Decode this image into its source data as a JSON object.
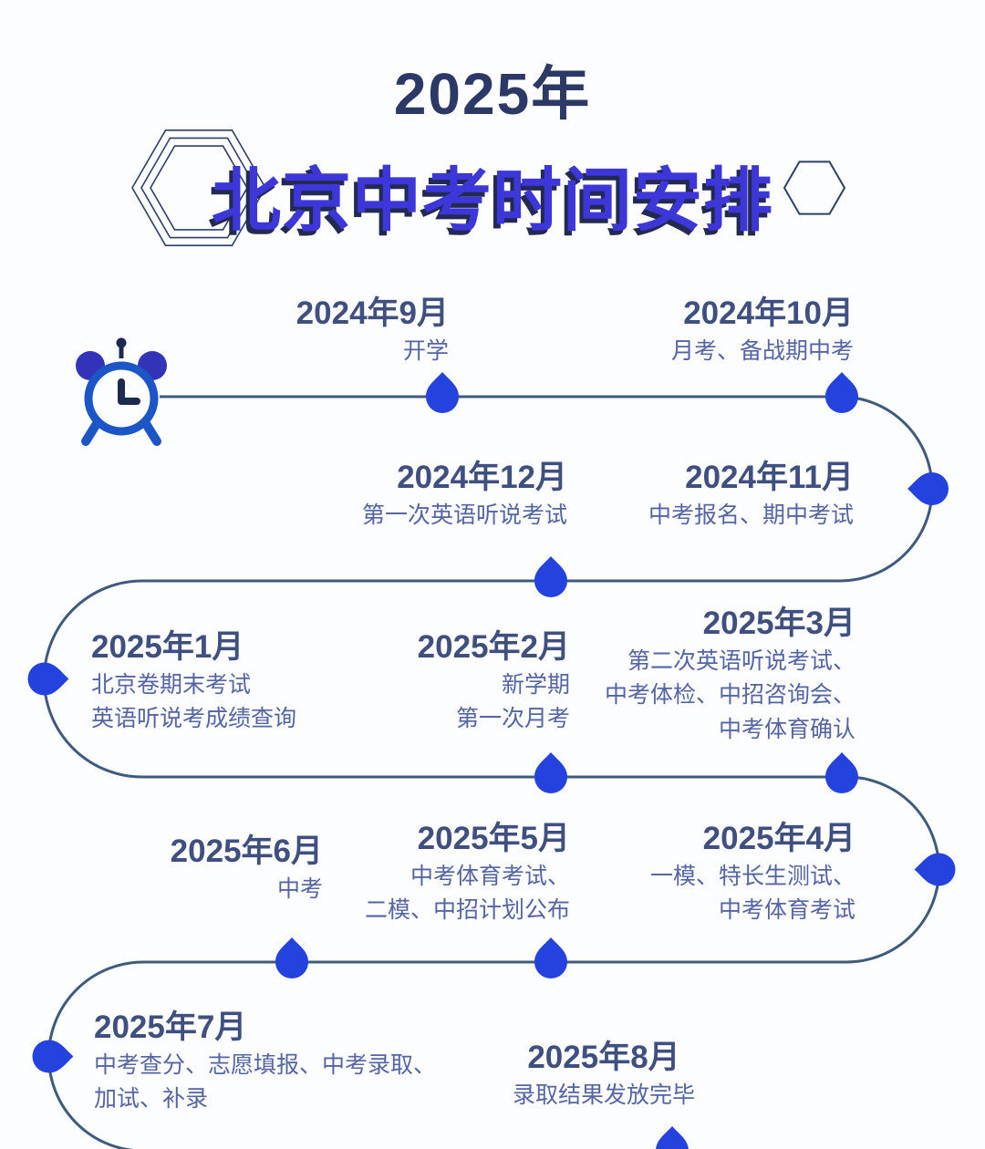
{
  "title": "2025年",
  "subtitle": "北京中考时间安排",
  "colors": {
    "accent_node_blue": "#2342de",
    "timeline_line": "#3e5a7c",
    "title_navy": "#2c3866",
    "subtitle_purple": "#3d36d9",
    "subtitle_shadow": "#232a52",
    "date_text": "#3f4f80",
    "event_text": "#5565a3",
    "clock_ring_blue": "#1b55c6",
    "clock_bell_indigo": "#3233b8"
  },
  "icons": {
    "start": "alarm-clock-icon",
    "node": "droplet-marker-icon",
    "decor_left": "hexagon-outline-icon",
    "decor_right": "hexagon-outline-icon"
  },
  "milestones": [
    {
      "date": "2024年9月",
      "events": [
        "开学"
      ]
    },
    {
      "date": "2024年10月",
      "events": [
        "月考、备战期中考"
      ]
    },
    {
      "date": "2024年11月",
      "events": [
        "中考报名、期中考试"
      ]
    },
    {
      "date": "2024年12月",
      "events": [
        "第一次英语听说考试"
      ]
    },
    {
      "date": "2025年1月",
      "events": [
        "北京卷期末考试",
        "英语听说考成绩查询"
      ]
    },
    {
      "date": "2025年2月",
      "events": [
        "新学期",
        "第一次月考"
      ]
    },
    {
      "date": "2025年3月",
      "events": [
        "第二次英语听说考试、",
        "中考体检、中招咨询会、",
        "中考体育确认"
      ]
    },
    {
      "date": "2025年4月",
      "events": [
        "一模、特长生测试、",
        "中考体育考试"
      ]
    },
    {
      "date": "2025年5月",
      "events": [
        "中考体育考试、",
        "二模、中招计划公布"
      ]
    },
    {
      "date": "2025年6月",
      "events": [
        "中考"
      ]
    },
    {
      "date": "2025年7月",
      "events": [
        "中考查分、志愿填报、中考录取、",
        "加试、补录"
      ]
    },
    {
      "date": "2025年8月",
      "events": [
        "录取结果发放完毕"
      ]
    }
  ]
}
